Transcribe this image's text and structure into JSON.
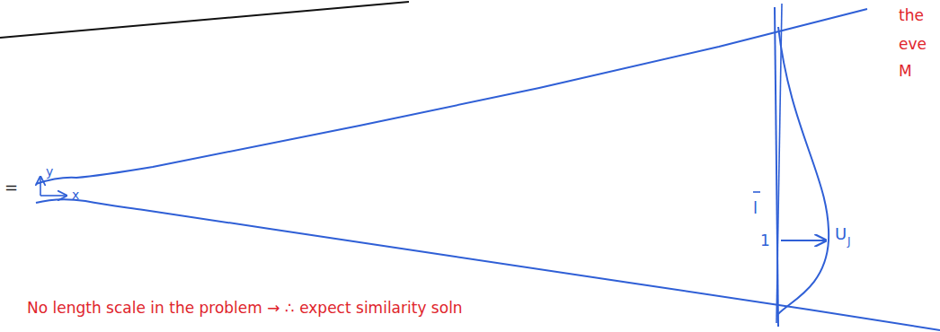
{
  "diagram": {
    "labels": [
      "y",
      "x",
      "=",
      "l",
      "1",
      "U",
      "J",
      "No length scale in the problem → ∴ expect similarity soln",
      "the",
      "eve",
      "M"
    ]
  }
}
